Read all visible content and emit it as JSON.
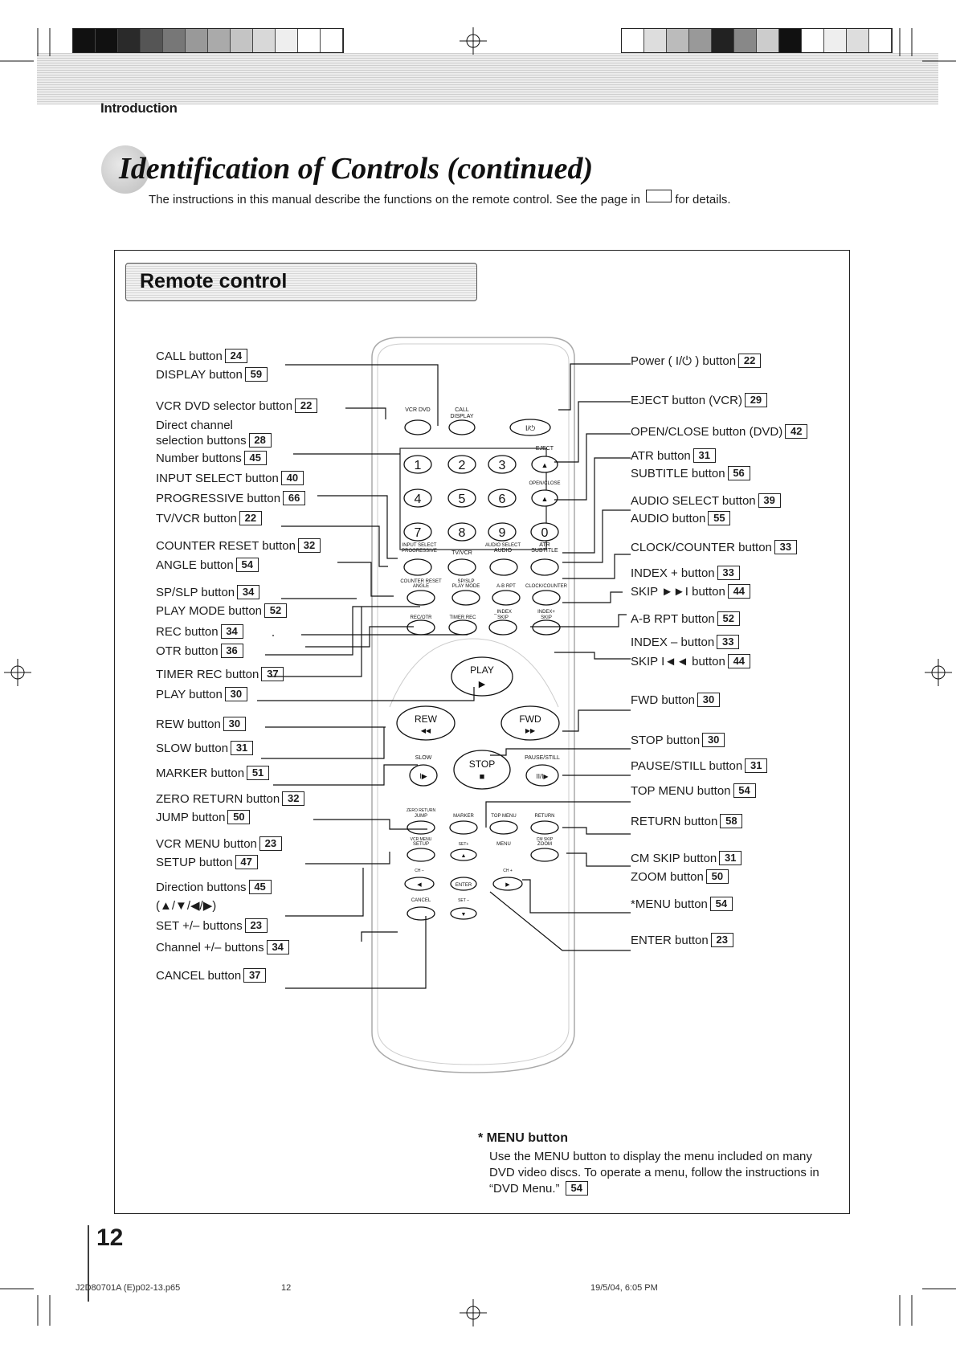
{
  "header": {
    "section": "Introduction",
    "title": "Identification of Controls (continued)",
    "intro": "The instructions in this manual describe the functions on the remote control. See the page in",
    "intro_tail": "for details."
  },
  "panel": {
    "title": "Remote control"
  },
  "labels_left": [
    {
      "text": "CALL button",
      "ref": "24"
    },
    {
      "text": "DISPLAY button",
      "ref": "59"
    },
    {
      "text": "VCR DVD selector button",
      "ref": "22"
    },
    {
      "text": "Direct channel",
      "ref": ""
    },
    {
      "text": "selection buttons",
      "ref": "28"
    },
    {
      "text": "Number buttons",
      "ref": "45"
    },
    {
      "text": "INPUT SELECT button",
      "ref": "40"
    },
    {
      "text": "PROGRESSIVE button",
      "ref": "66"
    },
    {
      "text": "TV/VCR button",
      "ref": "22"
    },
    {
      "text": "COUNTER RESET button",
      "ref": "32"
    },
    {
      "text": "ANGLE button",
      "ref": "54"
    },
    {
      "text": "SP/SLP button",
      "ref": "34"
    },
    {
      "text": "PLAY MODE button",
      "ref": "52"
    },
    {
      "text": "REC button",
      "ref": "34"
    },
    {
      "text": "OTR button",
      "ref": "36"
    },
    {
      "text": "TIMER REC button",
      "ref": "37"
    },
    {
      "text": "PLAY button",
      "ref": "30"
    },
    {
      "text": "REW button",
      "ref": "30"
    },
    {
      "text": "SLOW button",
      "ref": "31"
    },
    {
      "text": "MARKER button",
      "ref": "51"
    },
    {
      "text": "ZERO RETURN button",
      "ref": "32"
    },
    {
      "text": "JUMP button",
      "ref": "50"
    },
    {
      "text": "VCR MENU button",
      "ref": "23"
    },
    {
      "text": "SETUP button",
      "ref": "47"
    },
    {
      "text": "Direction buttons",
      "ref": "45"
    },
    {
      "text": "(▲/▼/◀/▶)",
      "ref": ""
    },
    {
      "text": "SET +/– buttons",
      "ref": "23"
    },
    {
      "text": "Channel +/– buttons",
      "ref": "34"
    },
    {
      "text": "CANCEL button",
      "ref": "37"
    }
  ],
  "labels_right": [
    {
      "text": "Power ( I/⏻ ) button",
      "ref": "22"
    },
    {
      "text": "EJECT button (VCR)",
      "ref": "29"
    },
    {
      "text": "OPEN/CLOSE button (DVD)",
      "ref": "42"
    },
    {
      "text": "ATR button",
      "ref": "31"
    },
    {
      "text": "SUBTITLE button",
      "ref": "56"
    },
    {
      "text": "AUDIO SELECT button",
      "ref": "39"
    },
    {
      "text": "AUDIO button",
      "ref": "55"
    },
    {
      "text": "CLOCK/COUNTER button",
      "ref": "33"
    },
    {
      "text": "INDEX + button",
      "ref": "33"
    },
    {
      "text": "SKIP ►►I button",
      "ref": "44"
    },
    {
      "text": "A-B RPT button",
      "ref": "52"
    },
    {
      "text": "INDEX – button",
      "ref": "33"
    },
    {
      "text": "SKIP I◄◄ button",
      "ref": "44"
    },
    {
      "text": "FWD button",
      "ref": "30"
    },
    {
      "text": "STOP button",
      "ref": "30"
    },
    {
      "text": "PAUSE/STILL button",
      "ref": "31"
    },
    {
      "text": "TOP MENU button",
      "ref": "54"
    },
    {
      "text": "RETURN button",
      "ref": "58"
    },
    {
      "text": "CM SKIP button",
      "ref": "31"
    },
    {
      "text": "ZOOM button",
      "ref": "50"
    },
    {
      "text": "*MENU button",
      "ref": "54"
    },
    {
      "text": "ENTER button",
      "ref": "23"
    }
  ],
  "remote": {
    "vcr_dvd": "VCR DVD",
    "call": "CALL",
    "display": "DISPLAY",
    "power": "I/⏻",
    "eject": "EJECT",
    "open_close": "OPEN/CLOSE",
    "numbers": [
      "1",
      "2",
      "3",
      "4",
      "5",
      "6",
      "7",
      "8",
      "9",
      "0"
    ],
    "input_select": "INPUT SELECT",
    "progressive": "PROGRESSIVE",
    "tvvcr": "TV/VCR",
    "audio_select": "AUDIO SELECT",
    "audio": "AUDIO",
    "atr": "ATR",
    "subtitle": "SUBTITLE",
    "counter_reset": "COUNTER RESET",
    "angle": "ANGLE",
    "sp_slp": "SP/SLP",
    "play_mode": "PLAY MODE",
    "ab_rpt": "A-B RPT",
    "clock_counter": "CLOCK/COUNTER",
    "rec_otr": "REC/OTR",
    "timer_rec": "TIMER REC",
    "index_minus": "_INDEX",
    "skip": "SKIP",
    "index_plus": "INDEX+",
    "play": "PLAY",
    "rew": "REW",
    "fwd": "FWD",
    "slow": "SLOW",
    "stop": "STOP",
    "pause_still": "PAUSE/STILL",
    "zero_return": "ZERO RETURN",
    "jump": "JUMP",
    "marker": "MARKER",
    "top_menu": "TOP MENU",
    "return": "RETURN",
    "vcr_menu": "VCR MENU",
    "setup": "SETUP",
    "set_plus": "SET+",
    "menu": "MENU",
    "cm_skip": "CM SKIP",
    "zoom": "ZOOM",
    "ch_minus": "CH –",
    "ch_plus": "CH +",
    "enter": "ENTER",
    "cancel": "CANCEL",
    "set_minus": "SET –"
  },
  "note": {
    "heading": "*  MENU button",
    "body": "Use the MENU button to display the menu included on many DVD video discs. To operate a menu, follow the instructions in “DVD Menu.”",
    "ref": "54"
  },
  "page_number": "12",
  "footer": {
    "file": "J2D80701A (E)p02-13.p65",
    "page": "12",
    "date": "19/5/04, 6:05 PM"
  },
  "colors": {
    "band": "#e4e4e4",
    "ink": "#1c1c1c"
  }
}
